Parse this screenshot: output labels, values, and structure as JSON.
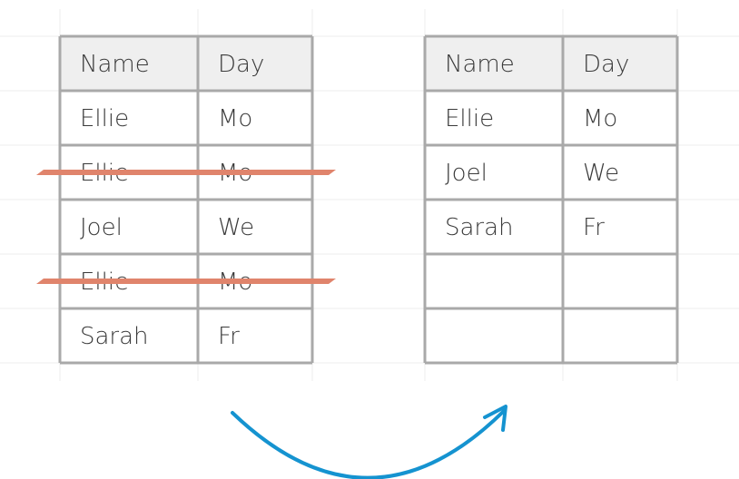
{
  "before_table": {
    "header": [
      "Name",
      "Day"
    ],
    "rows": [
      {
        "name": "Ellie",
        "day": "Mo",
        "struck": false
      },
      {
        "name": "Ellie",
        "day": "Mo",
        "struck": true
      },
      {
        "name": "Joel",
        "day": "We",
        "struck": false
      },
      {
        "name": "Ellie",
        "day": "Mo",
        "struck": true
      },
      {
        "name": "Sarah",
        "day": "Fr",
        "struck": false
      }
    ]
  },
  "after_table": {
    "header": [
      "Name",
      "Day"
    ],
    "rows": [
      {
        "name": "Ellie",
        "day": "Mo"
      },
      {
        "name": "Joel",
        "day": "We"
      },
      {
        "name": "Sarah",
        "day": "Fr"
      },
      {
        "name": "",
        "day": ""
      },
      {
        "name": "",
        "day": ""
      }
    ]
  },
  "colors": {
    "grid_line": "#a9a9a9",
    "header_fill": "#efefef",
    "strike": "#e0846c",
    "arrow": "#1593d0",
    "faint_grid": "#ececec",
    "text": "#3a3a3a"
  }
}
